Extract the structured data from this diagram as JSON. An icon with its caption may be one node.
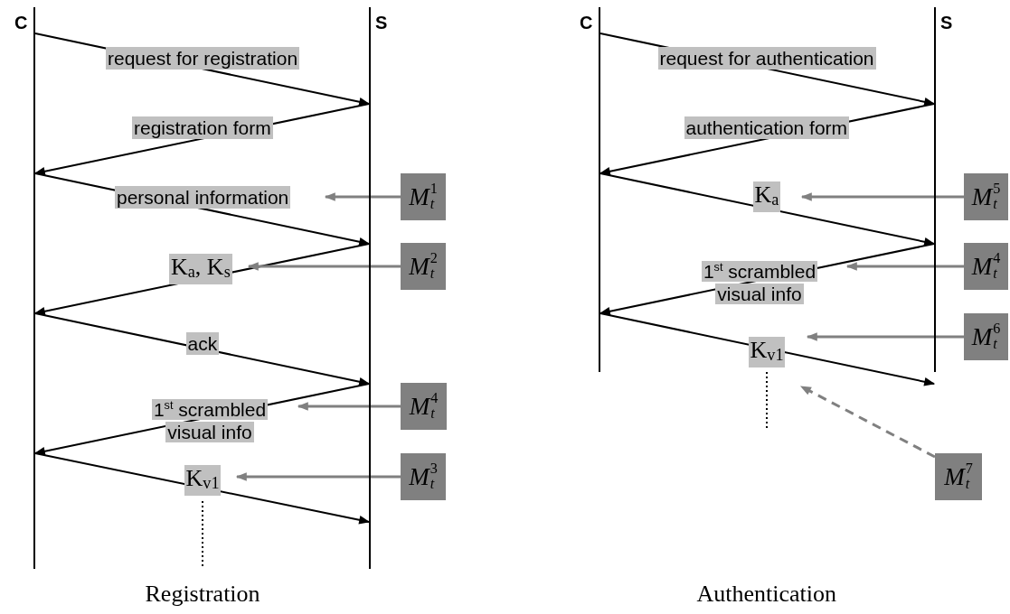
{
  "diagram": {
    "nodes": [
      {
        "text": [
          "C"
        ]
      },
      {
        "text": [
          "S"
        ]
      },
      {
        "text": [
          "*M*$_{t}$$^{1}$"
        ]
      },
      {
        "text": [
          "*M*$_{t}$$^{2}$"
        ]
      },
      {
        "text": [
          "*M*$_{t}$$^{4}$"
        ]
      },
      {
        "text": [
          "*M*$_{t}$$^{3}$"
        ]
      },
      {
        "text": [
          "C"
        ]
      },
      {
        "text": [
          "S"
        ]
      },
      {
        "text": [
          "*M*$_{t}$$^{5}$"
        ]
      },
      {
        "text": [
          "*M*$_{t}$$^{4}$"
        ]
      },
      {
        "text": [
          "*M*$_{t}$$^{6}$"
        ]
      },
      {
        "text": [
          "*M*$_{t}$$^{7}$"
        ]
      }
    ],
    "edges": [
      {
        "from": 0,
        "to": 1,
        "arrow": "to",
        "label": "request for registration"
      },
      {
        "from": 1,
        "to": 0,
        "arrow": "to",
        "label": "registration form"
      },
      {
        "from": 0,
        "to": 1,
        "arrow": "to",
        "label": "personal information"
      },
      {
        "from": 1,
        "to": 0,
        "arrow": "to",
        "label": "K$_{a}$, K$_{s}$"
      },
      {
        "from": 0,
        "to": 1,
        "arrow": "to",
        "label": "ack"
      },
      {
        "from": 1,
        "to": 0,
        "arrow": "to",
        "label": "1$^{st}$ scrambled visual info"
      },
      {
        "from": 0,
        "to": 1,
        "arrow": "to",
        "label": "K$_{v1}$"
      },
      {
        "from": 2,
        "to": null,
        "arrow": "to",
        "color": "#808080"
      },
      {
        "from": 3,
        "to": null,
        "arrow": "to",
        "color": "#808080"
      },
      {
        "from": 4,
        "to": null,
        "arrow": "to",
        "color": "#808080"
      },
      {
        "from": 5,
        "to": null,
        "arrow": "to",
        "color": "#808080"
      },
      {
        "from": 6,
        "to": 7,
        "arrow": "to",
        "label": "request for authentication"
      },
      {
        "from": 7,
        "to": 6,
        "arrow": "to",
        "label": "authentication form"
      },
      {
        "from": 6,
        "to": 7,
        "arrow": "to",
        "label": "K$_{a}$"
      },
      {
        "from": 7,
        "to": 6,
        "arrow": "to",
        "label": "1$^{st}$ scrambled visual info"
      },
      {
        "from": 6,
        "to": 7,
        "arrow": "to",
        "label": "K$_{v1}$"
      },
      {
        "from": 8,
        "to": null,
        "arrow": "to",
        "color": "#808080"
      },
      {
        "from": 9,
        "to": null,
        "arrow": "to",
        "color": "#808080"
      },
      {
        "from": 10,
        "to": null,
        "arrow": "to",
        "color": "#808080"
      },
      {
        "from": 11,
        "to": null,
        "arrow": "to",
        "color": "#808080",
        "style": "dashed"
      }
    ],
    "labels": [
      "Registration",
      "Authentication"
    ]
  }
}
